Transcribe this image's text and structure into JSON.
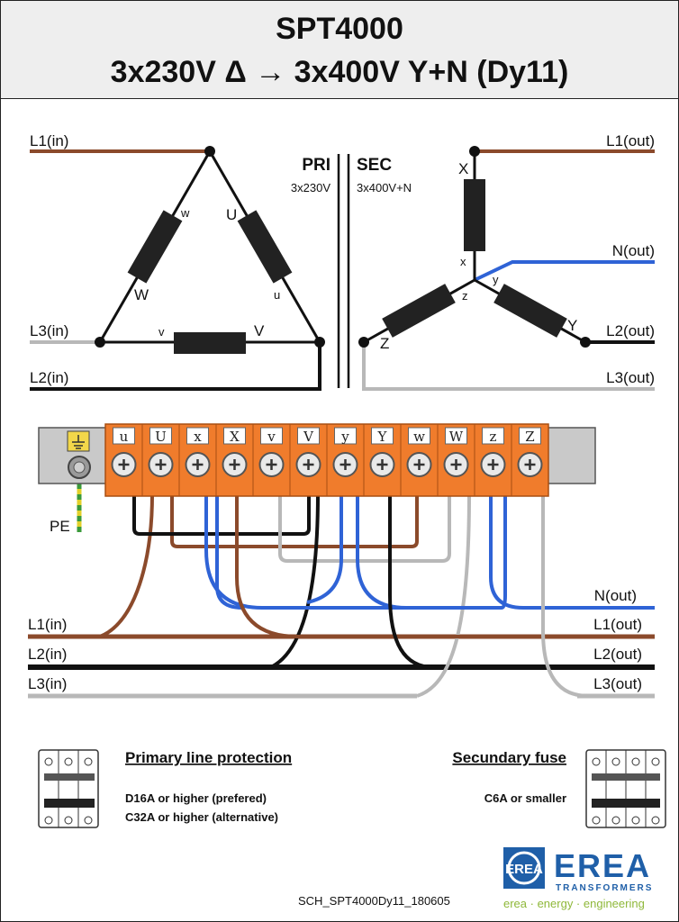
{
  "header": {
    "title": "SPT4000",
    "subtitle": "3x230V Δ → 3x400V Y+N  (Dy11)"
  },
  "schematic": {
    "primary": {
      "title": "PRI",
      "voltage": "3x230V",
      "lines": [
        "L1(in)",
        "L3(in)",
        "L2(in)"
      ],
      "winding_ends": {
        "w": "w",
        "U": "U",
        "W": "W",
        "u": "u",
        "v": "v",
        "V": "V"
      }
    },
    "secondary": {
      "title": "SEC",
      "voltage": "3x400V+N",
      "lines": [
        "L1(out)",
        "N(out)",
        "L2(out)",
        "L3(out)"
      ],
      "winding_ends": {
        "X": "X",
        "x": "x",
        "y": "y",
        "z": "z",
        "Z": "Z",
        "Y": "Y"
      }
    }
  },
  "terminal_block": {
    "terminals": [
      "u",
      "U",
      "x",
      "X",
      "v",
      "V",
      "y",
      "Y",
      "w",
      "W",
      "z",
      "Z"
    ],
    "pe_label": "PE",
    "inputs": [
      "L1(in)",
      "L2(in)",
      "L3(in)"
    ],
    "outputs": [
      "N(out)",
      "L1(out)",
      "L2(out)",
      "L3(out)"
    ]
  },
  "protection": {
    "primary_title": "Primary line protection",
    "primary_lines": [
      "D16A or higher (prefered)",
      "C32A or higher (alternative)"
    ],
    "secondary_title": "Secundary fuse",
    "secondary_lines": [
      "C6A or smaller"
    ]
  },
  "footer": {
    "doc_id": "SCH_SPT4000Dy11_180605",
    "brand": "EREA",
    "brand_sub": "TRANSFORMERS",
    "tagline": "erea · energy · engineering"
  },
  "colors": {
    "brown": "#8B4A2B",
    "black": "#111111",
    "grey": "#b8b8b8",
    "blue": "#2f63d6",
    "terminal_orange": "#f07c2c",
    "brand_blue": "#1f5fa8",
    "brand_green": "#8fb83a"
  }
}
